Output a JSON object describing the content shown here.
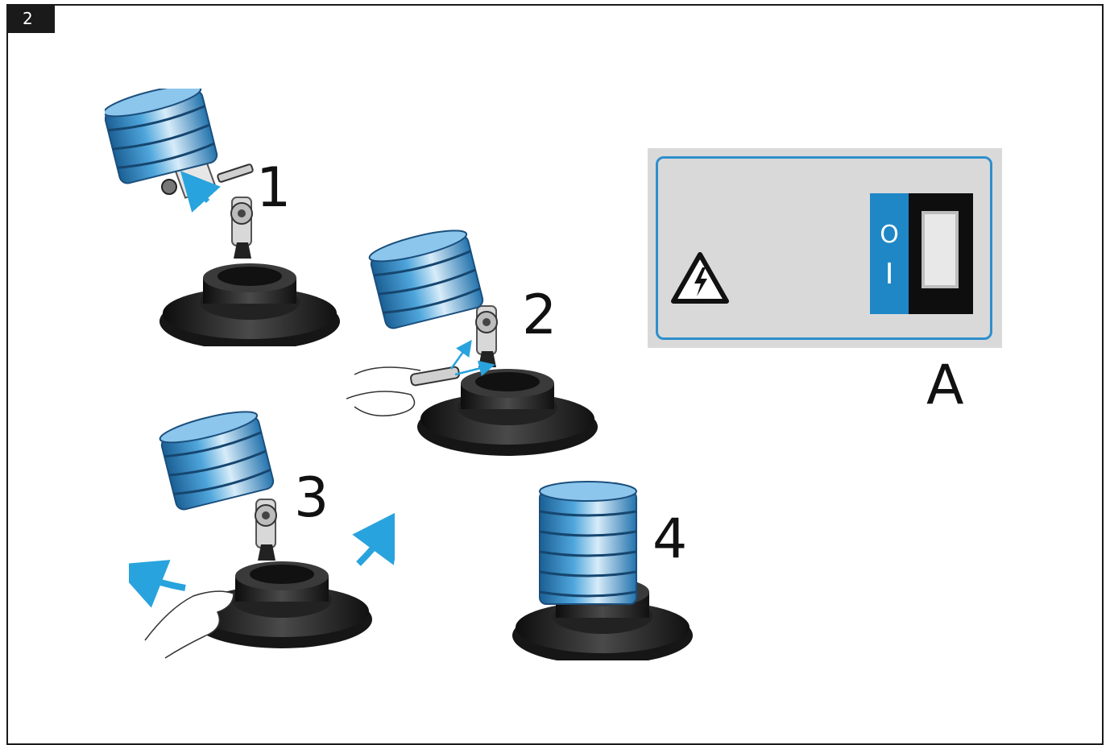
{
  "page_tag": "2",
  "steps": [
    {
      "label": "1"
    },
    {
      "label": "2"
    },
    {
      "label": "3"
    },
    {
      "label": "4"
    }
  ],
  "switch_panel": {
    "off_symbol": "O",
    "on_symbol": "I",
    "callout_label": "A",
    "warning_icon": "electrical-hazard-triangle",
    "colors": {
      "panel": "#d9d9da",
      "border": "#2e8fcc",
      "switch_blue": "#1f87c6",
      "switch_black": "#0e0e0e"
    }
  },
  "colors": {
    "lamp_blue": "#2e8fcc",
    "arrow_blue": "#29a3dd",
    "base_black": "#1e1e1e"
  }
}
